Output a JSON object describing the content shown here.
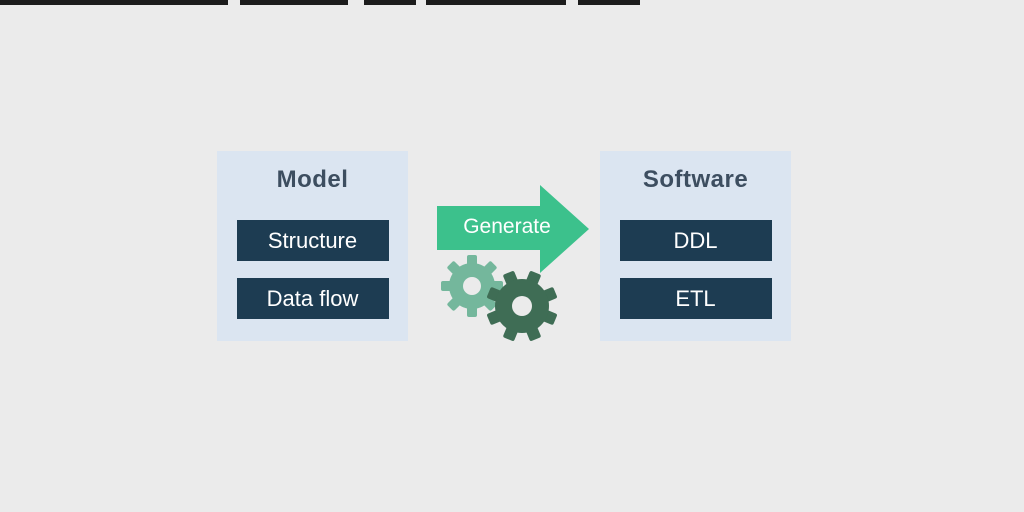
{
  "left_panel": {
    "title": "Model",
    "items": [
      "Structure",
      "Data flow"
    ]
  },
  "arrow": {
    "label": "Generate"
  },
  "right_panel": {
    "title": "Software",
    "items": [
      "DDL",
      "ETL"
    ]
  },
  "colors": {
    "background": "#ebebeb",
    "panel": "#dbe5f1",
    "box": "#1d3c52",
    "title_text": "#3d4e60",
    "arrow": "#3cc18c",
    "gear_light": "#74b79c",
    "gear_dark": "#3f6d55",
    "top_strip": "#1c1c1c"
  }
}
